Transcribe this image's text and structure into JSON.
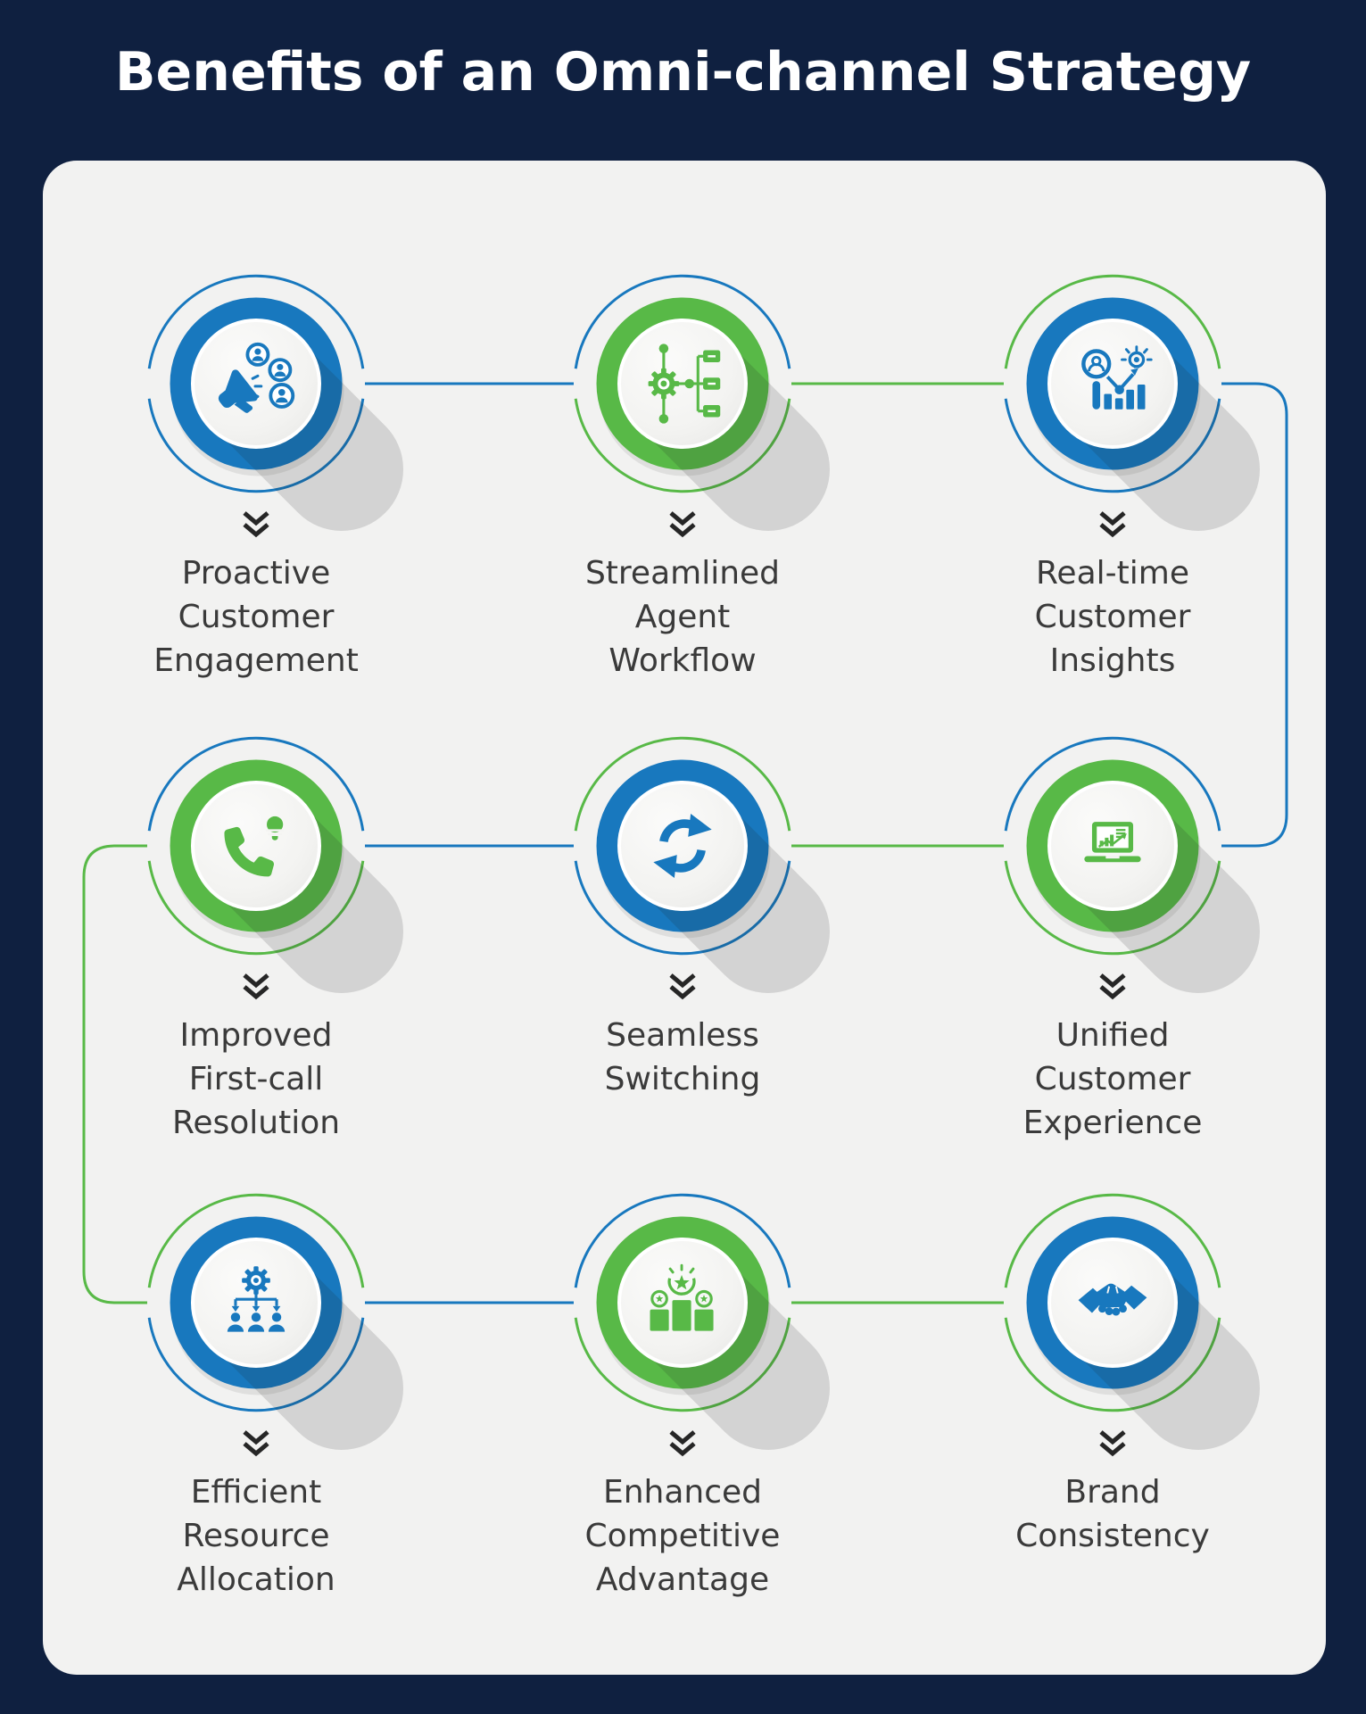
{
  "header": {
    "title": "Benefits of an Omni-channel Strategy"
  },
  "colors": {
    "background_navy": "#0f2040",
    "card_background": "#f2f2f1",
    "accent_blue": "#1878be",
    "accent_green": "#58b947",
    "label_text": "#3a3a3a",
    "chevron": "#262626"
  },
  "decorations": {
    "node_pointer_icon": "double-chevron-down-icon"
  },
  "nodes": [
    {
      "id": "proactive-customer-engagement",
      "icon": "megaphone-audience-icon",
      "accent": "blue",
      "label_lines": [
        "Proactive",
        "Customer",
        "Engagement"
      ]
    },
    {
      "id": "streamlined-agent-workflow",
      "icon": "gear-workflow-icon",
      "accent": "green",
      "label_lines": [
        "Streamlined",
        "Agent",
        "Workflow"
      ]
    },
    {
      "id": "real-time-customer-insights",
      "icon": "magnifier-analytics-icon",
      "accent": "blue",
      "label_lines": [
        "Real-time",
        "Customer",
        "Insights"
      ]
    },
    {
      "id": "improved-first-call-resolution",
      "icon": "phone-lightbulb-icon",
      "accent": "green",
      "label_lines": [
        "Improved",
        "First-call",
        "Resolution"
      ]
    },
    {
      "id": "seamless-switching",
      "icon": "sync-arrows-icon",
      "accent": "blue",
      "label_lines": [
        "Seamless",
        "Switching"
      ]
    },
    {
      "id": "unified-customer-experience",
      "icon": "laptop-analytics-icon",
      "accent": "green",
      "label_lines": [
        "Unified",
        "Customer",
        "Experience"
      ]
    },
    {
      "id": "efficient-resource-allocation",
      "icon": "gear-hierarchy-icon",
      "accent": "blue",
      "label_lines": [
        "Efficient",
        "Resource",
        "Allocation"
      ]
    },
    {
      "id": "enhanced-competitive-advantage",
      "icon": "podium-stars-icon",
      "accent": "green",
      "label_lines": [
        "Enhanced",
        "Competitive",
        "Advantage"
      ]
    },
    {
      "id": "brand-consistency",
      "icon": "handshake-icon",
      "accent": "blue",
      "label_lines": [
        "Brand",
        "Consistency"
      ]
    }
  ]
}
